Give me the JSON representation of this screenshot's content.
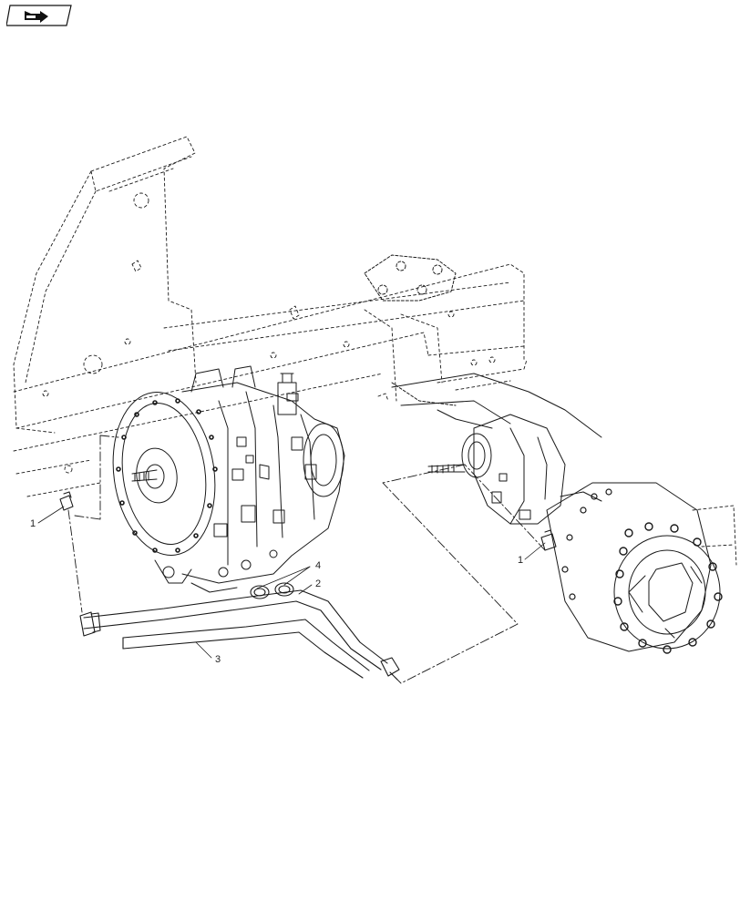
{
  "toolbar": {
    "nav_icon": "arrow-back-icon"
  },
  "callouts": {
    "c1_left": "1",
    "c1_right": "1",
    "c2": "2",
    "c3": "3",
    "c4": "4"
  },
  "colors": {
    "line": "#1a1a1a",
    "background": "#ffffff"
  }
}
